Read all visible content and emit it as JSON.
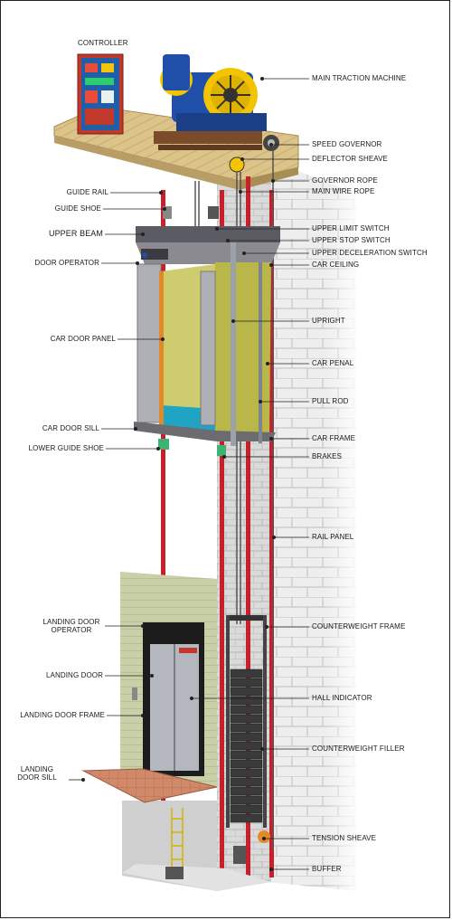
{
  "labels": {
    "controller": "CONTROLLER",
    "guide_rail": "GUIDE RAIL",
    "guide_shoe": "GUIDE SHOE",
    "upper_beam": "UPPER BEAM",
    "door_operator": "DOOR OPERATOR",
    "car_door_panel": "CAR DOOR PANEL",
    "car_door_sill": "CAR DOOR SILL",
    "lower_guide_shoe": "LOWER GUIDE SHOE",
    "landing_door_operator": "LANDING DOOR OPERATOR",
    "landing_door": "LANDING DOOR",
    "landing_door_frame": "LANDING DOOR FRAME",
    "landing_door_sill": "LANDING DOOR SILL",
    "main_traction_machine": "MAIN TRACTION MACHINE",
    "speed_governor": "SPEED GOVERNOR",
    "deflector_sheave": "DEFLECTOR SHEAVE",
    "governor_rope": "GOVERNOR ROPE",
    "main_wire_rope": "MAIN WIRE ROPE",
    "upper_limit_switch": "UPPER LIMIT SWITCH",
    "upper_stop_switch": "UPPER STOP SWITCH",
    "upper_deceleration_switch": "UPPER DECELERATION SWITCH",
    "car_ceiling": "CAR CEILING",
    "upright": "UPRIGHT",
    "car_penal": "CAR PENAL",
    "pull_rod": "PULL ROD",
    "car_frame": "CAR FRAME",
    "brakes": "BRAKES",
    "rail_panel": "RAIL PANEL",
    "counterweight_frame": "COUNTERWEIGHT FRAME",
    "hall_indicator": "HALL INDICATOR",
    "counterweight_filler": "COUNTERWEIGHT FILLER",
    "tension_sheave": "TENSION SHEAVE",
    "buffer": "BUFFER"
  },
  "colors": {
    "rail_red": "#c8202a",
    "machine_blue": "#1f4fa8",
    "sheave_yellow": "#f2c500",
    "car_olive": "#b9b64a",
    "car_floor_teal": "#1fa4c4",
    "wall_green": "#c9cfa6",
    "sill_brick": "#d08a6a",
    "brick_wall": "#e7e7e7"
  }
}
